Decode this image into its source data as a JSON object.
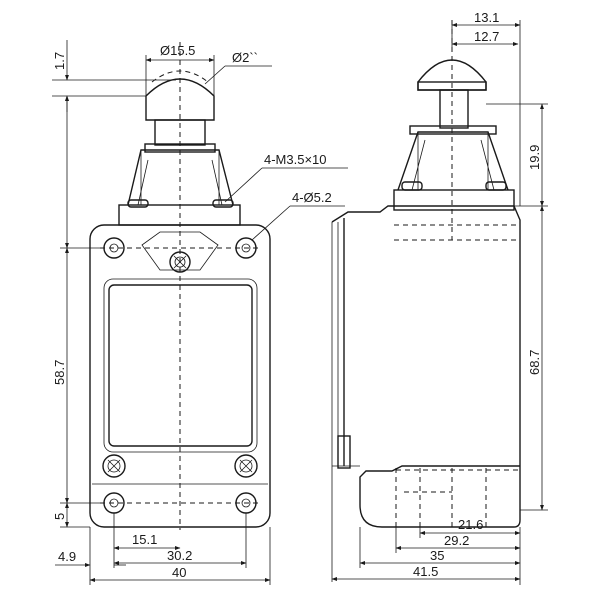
{
  "drawing": {
    "front_view": {
      "dims": {
        "plunger_diameter": "Ø15.5",
        "roller_diameter": "Ø2``",
        "screw_label": "4-M3.5×10",
        "hole_label": "4-Ø5.2",
        "top_offset": "1.7",
        "body_height": "58.7",
        "bottom_offset": "5",
        "hole_x": "15.1",
        "hole_spacing": "30.2",
        "left_margin": "4.9",
        "total_width": "40"
      }
    },
    "side_view": {
      "dims": {
        "top_13_1": "13.1",
        "top_12_7": "12.7",
        "head_height": "19.9",
        "body_height": "68.7",
        "d21_6": "21.6",
        "d29_2": "29.2",
        "d35": "35",
        "total_width": "41.5"
      }
    }
  }
}
